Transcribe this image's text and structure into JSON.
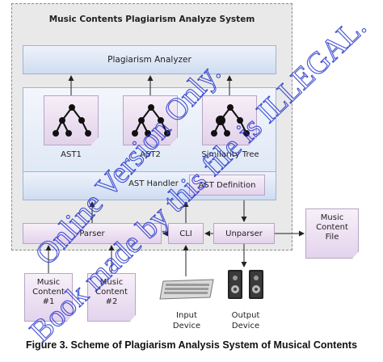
{
  "system_title": "Music Contents  Plagiarism Analyze  System",
  "analyzer_label": "Plagiarism Analyzer",
  "trees": [
    {
      "label": "AST1",
      "icon": "tree-icon"
    },
    {
      "label": "AST2",
      "icon": "tree-icon"
    },
    {
      "label": "Similarity  Tree",
      "icon": "tree-icon"
    }
  ],
  "ast_handler_label": "AST Handler",
  "ast_definition_label": "AST Definition",
  "parser_label": "Parser",
  "cli_label": "CLI",
  "unparser_label": "Unparser",
  "music_content_file": {
    "line1": "Music",
    "line2": "Content",
    "line3": "File"
  },
  "inputs": [
    {
      "line1": "Music",
      "line2": "Content",
      "line3": "#1"
    },
    {
      "line1": "Music",
      "line2": "Content",
      "line3": "#2"
    }
  ],
  "input_device": {
    "line1": "Input",
    "line2": "Device",
    "icon": "keyboard-icon"
  },
  "output_device": {
    "line1": "Output",
    "line2": "Device",
    "icon": "speakers-icon"
  },
  "caption": "Figure 3. Scheme of Plagiarism Analysis System of Musical Contents",
  "watermark_lines": [
    "Online Version Only.",
    "Book made by this file is ILLEGAL."
  ],
  "colors": {
    "watermark": "#2233cc",
    "box_blue": "#cfdcf1",
    "box_purple": "#e3d3ec"
  }
}
